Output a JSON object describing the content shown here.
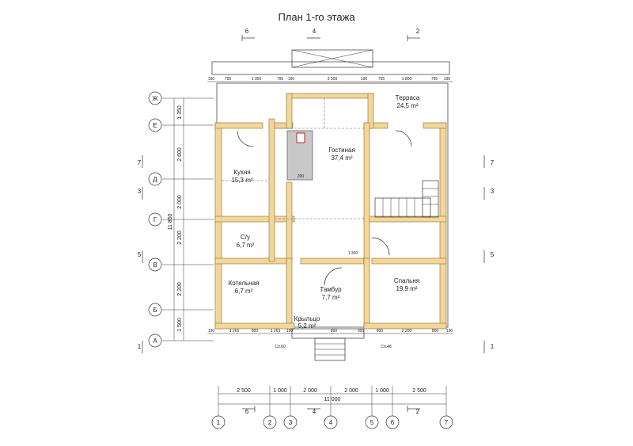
{
  "title": "План 1-го этажа",
  "rooms": [
    {
      "name": "Терраса",
      "area": "24,5 m²"
    },
    {
      "name": "Гостиная",
      "area": "37,4 m²"
    },
    {
      "name": "Кухня",
      "area": "15,3 m²"
    },
    {
      "name": "С/у",
      "area": "6,7 m²"
    },
    {
      "name": "Котельная",
      "area": "6,7 m²"
    },
    {
      "name": "Тамбур",
      "area": "7,7 m²"
    },
    {
      "name": "Спальня",
      "area": "19,9 m²"
    },
    {
      "name": "Крыльцо",
      "area": "5,2 m²"
    }
  ],
  "axes_letters": [
    "Ж",
    "Е",
    "Д",
    "Г",
    "В",
    "Б",
    "А"
  ],
  "axes_numbers": [
    "1",
    "2",
    "3",
    "4",
    "5",
    "6",
    "7"
  ],
  "top_dims": [
    "190",
    "795",
    "1 300",
    "795",
    "190",
    "3 500",
    "190",
    "795",
    "1 800",
    "795",
    "190"
  ],
  "bottom_dims": [
    "190",
    "1 265",
    "800",
    "1 265",
    "190",
    "800",
    "955",
    "800",
    "2 200",
    "800",
    "190"
  ],
  "axis_dims_bottom": [
    "2 500",
    "1 000",
    "2 000",
    "2 000",
    "1 000",
    "2 500"
  ],
  "overall_bottom": "11 000",
  "left_dims": [
    "1 350",
    "2 600",
    "2 000",
    "2 200",
    "2 200",
    "1 500"
  ],
  "overall_left": "11 850",
  "markers": {
    "top_left": "6",
    "top_mid": "4",
    "top_right": "2",
    "side_upper": "7",
    "side_mid": "3",
    "side_lower": "5",
    "bottom_corner": "1"
  },
  "small_labels": {
    "stairs_dim": "200",
    "porch_left": "Сп.60",
    "porch_right": "Сп.48",
    "door_label": "1 300"
  },
  "colors": {
    "wall": "#f2d79a",
    "line": "#333333"
  }
}
